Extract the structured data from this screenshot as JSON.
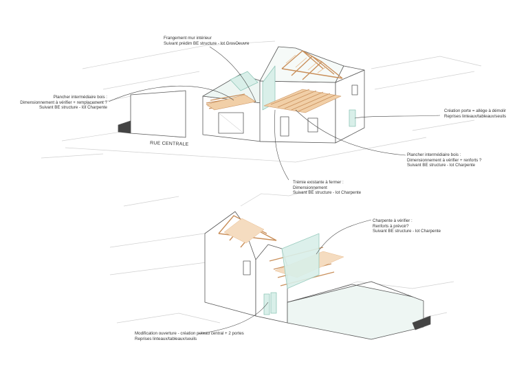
{
  "annotations": {
    "floor_left": {
      "lines": [
        "Plancher intermédiaire bois :",
        "Dimensionnement à vérifier + remplacement ?",
        "Suivant BE structure - lot Charpente"
      ]
    },
    "wall_framing": {
      "lines": [
        "Frangement mur intérieur",
        "Suivant prédim BE structure - lot GrosOeuvre"
      ]
    },
    "door_creation": {
      "lines": [
        "Création porte = allège à démolir",
        "Reprises linteaux/tableaux/seuils"
      ]
    },
    "floor_right": {
      "lines": [
        "Plancher intermédiaire bois :",
        "Dimensionnement à vérifier + renforts ?",
        "Suivant BE structure - lot Charpente"
      ]
    },
    "tremie": {
      "lines": [
        "Trémie existante à fermer :",
        "Dimensionnement",
        "Suivant BE structure - lot Charpente"
      ]
    },
    "roof_frame": {
      "lines": [
        "Charpente à vérifier :",
        "Renforts à prévoir?",
        "Suivant BE structure - lot Charpente"
      ]
    },
    "opening": {
      "lines": [
        "Modification ouverture - création poteau central + 2 portes",
        "Reprises linteaux/tableaux/seuils"
      ]
    }
  },
  "street_label": "RUE CENTRALE",
  "colors": {
    "line": "#555555",
    "context": "#c8c8c8",
    "timber": "#e8b98a",
    "timber_dark": "#c98f5a",
    "glass": "#d9efe9",
    "glass_edge": "#8fc6b8"
  }
}
